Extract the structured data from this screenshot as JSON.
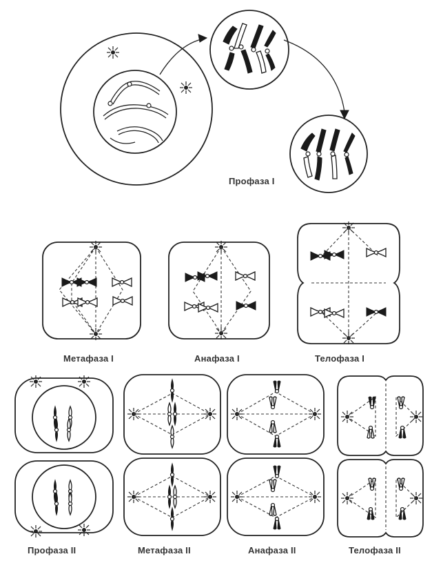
{
  "labels": {
    "prophase1": "Профаза I",
    "metaphase1": "Метафаза I",
    "anaphase1": "Анафаза I",
    "telophase1": "Телофаза I",
    "prophase2": "Профаза II",
    "metaphase2": "Метафаза II",
    "anaphase2": "Анафаза II",
    "telophase2": "Телофаза II"
  }
}
